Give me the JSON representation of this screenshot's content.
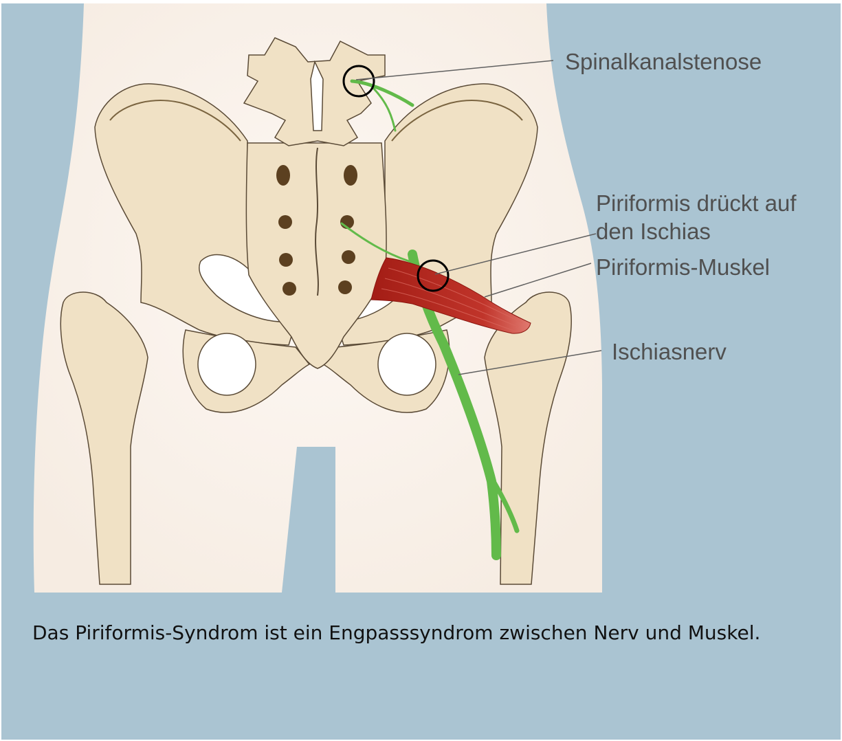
{
  "figure": {
    "labels": {
      "spinal_stenosis": "Spinalkanalstenose",
      "piriformis_presses_line1": "Piriformis drückt auf",
      "piriformis_presses_line2": "den Ischias",
      "piriformis_muscle": "Piriformis-Muskel",
      "sciatic_nerve": "Ischiasnerv"
    },
    "colors": {
      "background": "#aac4d2",
      "skin": "#faf2ec",
      "bone": "#f0e1c5",
      "bone_outline": "#5a4a36",
      "foramen": "#5c4020",
      "nerve": "#62ba4a",
      "muscle": "#b8281e"
    }
  },
  "caption": "Das Piriformis-Syndrom ist ein Engpasssyndrom zwischen Nerv und Muskel."
}
